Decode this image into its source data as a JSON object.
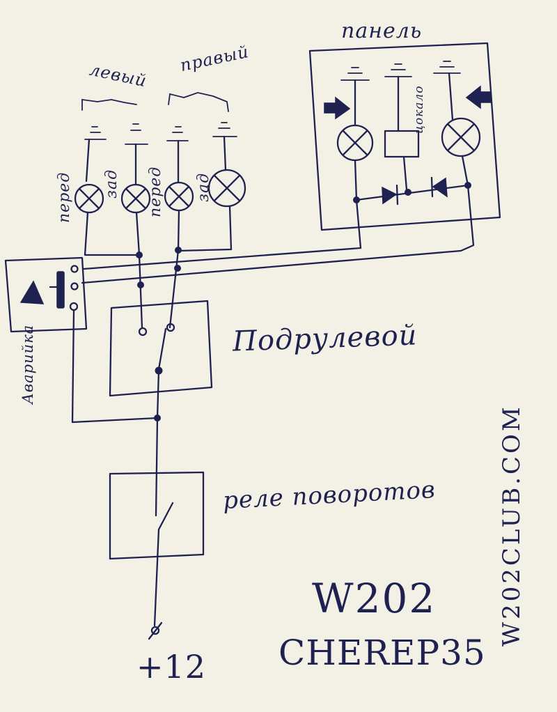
{
  "labels": {
    "panel": "панель",
    "left": "левый",
    "right": "правый",
    "front_left": "перед",
    "rear_left": "зад",
    "front_right": "перед",
    "rear_right": "зад",
    "hazard": "Аварийка",
    "column_switch": "Подрулевой",
    "relay": "реле поворотов",
    "plus12": "+12",
    "model": "W202",
    "author": "CHEREP35",
    "site": "W202CLUB.COM",
    "socle": "цокало"
  },
  "colors": {
    "ink": "#1f2150",
    "paper": "#f3f1e6"
  }
}
